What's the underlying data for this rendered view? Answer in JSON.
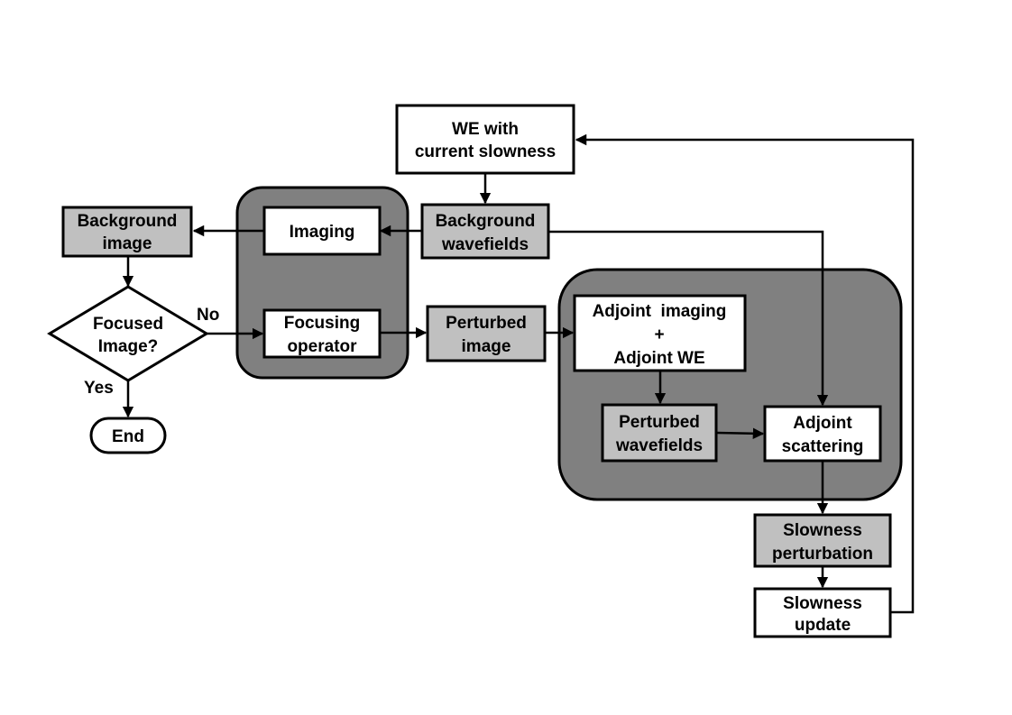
{
  "colors": {
    "group_fill": "#808080",
    "data_fill": "#c0c0c0",
    "process_fill": "#ffffff",
    "stroke": "#000000"
  },
  "nodes": {
    "we_current_slowness": {
      "lines": [
        "WE with",
        "current slowness"
      ],
      "kind": "process"
    },
    "background_wavefields": {
      "lines": [
        "Background",
        "wavefields"
      ],
      "kind": "data"
    },
    "imaging": {
      "lines": [
        "Imaging"
      ],
      "kind": "process"
    },
    "background_image": {
      "lines": [
        "Background",
        "image"
      ],
      "kind": "data"
    },
    "focused_image_decision": {
      "lines": [
        "Focused",
        "Image?"
      ],
      "kind": "decision"
    },
    "end": {
      "lines": [
        "End"
      ],
      "kind": "terminal"
    },
    "focusing_operator": {
      "lines": [
        "Focusing",
        "operator"
      ],
      "kind": "process"
    },
    "perturbed_image": {
      "lines": [
        "Perturbed",
        "image"
      ],
      "kind": "data"
    },
    "adjoint_imaging_we": {
      "lines": [
        "Adjoint  imaging",
        "+",
        "Adjoint WE"
      ],
      "kind": "process"
    },
    "perturbed_wavefields": {
      "lines": [
        "Perturbed",
        "wavefields"
      ],
      "kind": "data"
    },
    "adjoint_scattering": {
      "lines": [
        "Adjoint",
        "scattering"
      ],
      "kind": "process"
    },
    "slowness_perturbation": {
      "lines": [
        "Slowness",
        "perturbation"
      ],
      "kind": "data"
    },
    "slowness_update": {
      "lines": [
        "Slowness",
        "update"
      ],
      "kind": "process"
    }
  },
  "edge_labels": {
    "no": "No",
    "yes": "Yes"
  },
  "edges": [
    {
      "from": "we_current_slowness",
      "to": "background_wavefields"
    },
    {
      "from": "background_wavefields",
      "to": "imaging"
    },
    {
      "from": "background_wavefields",
      "to": "adjoint_scattering"
    },
    {
      "from": "imaging",
      "to": "background_image"
    },
    {
      "from": "background_image",
      "to": "focused_image_decision"
    },
    {
      "from": "focused_image_decision",
      "to": "focusing_operator",
      "label": "No"
    },
    {
      "from": "focused_image_decision",
      "to": "end",
      "label": "Yes"
    },
    {
      "from": "focusing_operator",
      "to": "perturbed_image"
    },
    {
      "from": "perturbed_image",
      "to": "adjoint_imaging_we"
    },
    {
      "from": "adjoint_imaging_we",
      "to": "perturbed_wavefields"
    },
    {
      "from": "perturbed_wavefields",
      "to": "adjoint_scattering"
    },
    {
      "from": "adjoint_scattering",
      "to": "slowness_perturbation"
    },
    {
      "from": "slowness_perturbation",
      "to": "slowness_update"
    },
    {
      "from": "slowness_update",
      "to": "we_current_slowness"
    }
  ]
}
